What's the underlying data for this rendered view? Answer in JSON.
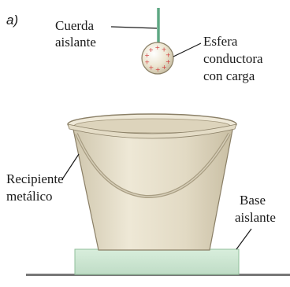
{
  "figure": {
    "panel_label": "a)",
    "labels": {
      "string_line1": "Cuerda",
      "string_line2": "aislante",
      "sphere_line1": "Esfera",
      "sphere_line2": "conductora",
      "sphere_line3": "con carga",
      "container_line1": "Recipiente",
      "container_line2": "metálico",
      "base_line1": "Base",
      "base_line2": "aislante"
    },
    "charge_sign": "+",
    "colors": {
      "string": "#5fa884",
      "sphere_fill": "#efe9d6",
      "charges": "#d23b3b",
      "container_fill": "#e6dfcc",
      "container_stroke": "#8a7f66",
      "base_fill": "#cfe8d4",
      "base_stroke": "#8fbf9a",
      "ground": "#777777",
      "leader_lines": "#1a1a1a"
    }
  }
}
